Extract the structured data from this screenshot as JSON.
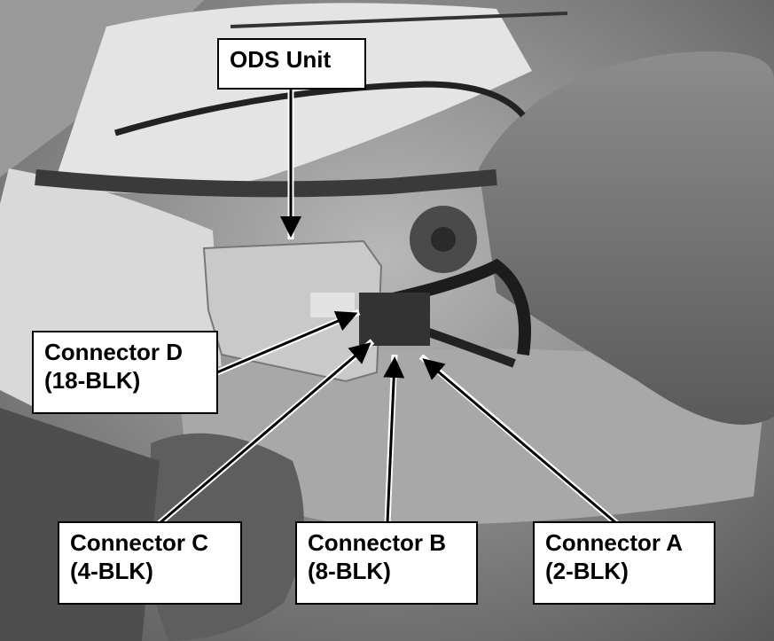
{
  "labels": {
    "ods_unit": "ODS Unit",
    "connector_d": {
      "name": "Connector D",
      "spec": "(18-BLK)"
    },
    "connector_c": {
      "name": "Connector C",
      "spec": "(4-BLK)"
    },
    "connector_b": {
      "name": "Connector B",
      "spec": "(8-BLK)"
    },
    "connector_a": {
      "name": "Connector A",
      "spec": "(2-BLK)"
    }
  },
  "colors": {
    "label_bg": "#ffffff",
    "label_border": "#000000",
    "arrow": "#000000"
  }
}
